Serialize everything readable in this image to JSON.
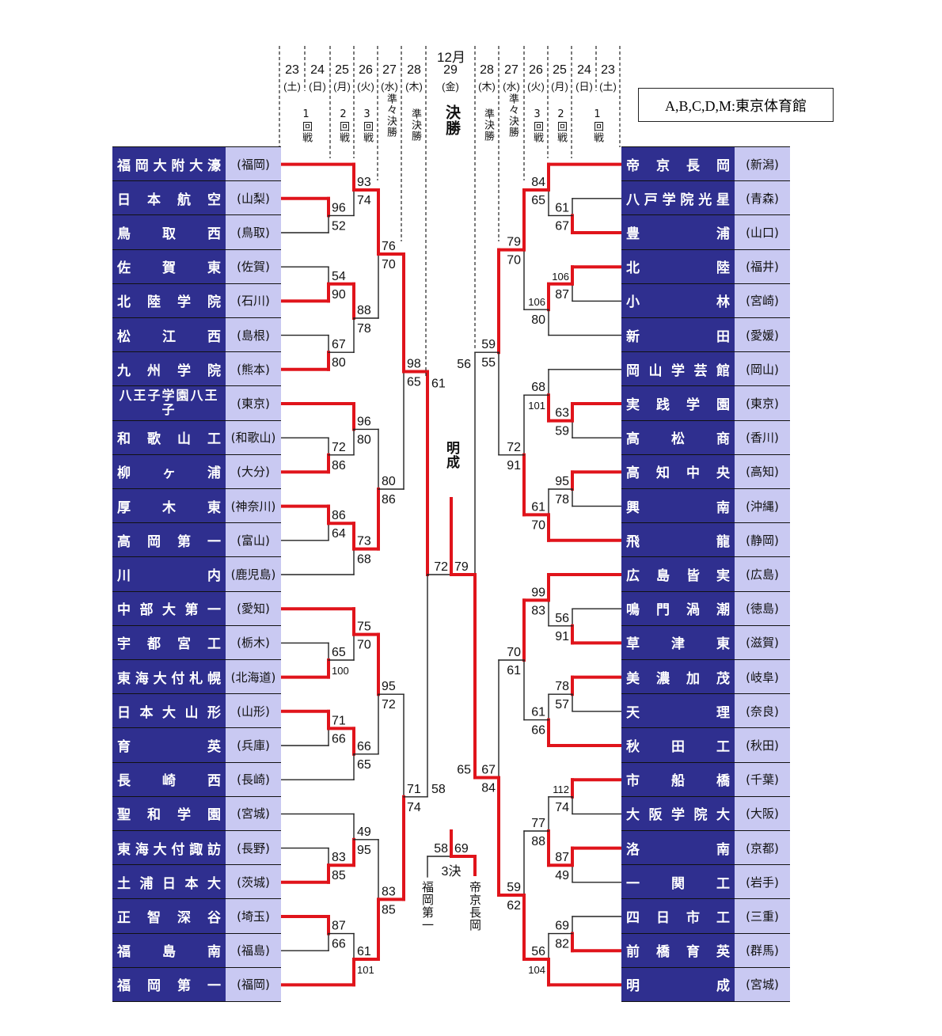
{
  "header": {
    "month": "12月",
    "left_days": [
      {
        "date": "23",
        "weekday": "(土)"
      },
      {
        "date": "24",
        "weekday": "(日)"
      },
      {
        "date": "25",
        "weekday": "(月)"
      },
      {
        "date": "26",
        "weekday": "(火)"
      },
      {
        "date": "27",
        "weekday": "(水)"
      },
      {
        "date": "28",
        "weekday": "(木)"
      }
    ],
    "final_day": {
      "date": "29",
      "weekday": "(金)"
    },
    "right_days": [
      {
        "date": "28",
        "weekday": "(木)"
      },
      {
        "date": "27",
        "weekday": "(水)"
      },
      {
        "date": "26",
        "weekday": "(火)"
      },
      {
        "date": "25",
        "weekday": "(月)"
      },
      {
        "date": "24",
        "weekday": "(日)"
      },
      {
        "date": "23",
        "weekday": "(土)"
      }
    ],
    "left_rounds": [
      "1回戦",
      "2回戦",
      "3回戦",
      "準々決勝",
      "準決勝"
    ],
    "final_round": "決勝",
    "right_rounds": [
      "準決勝",
      "準々決勝",
      "3回戦",
      "2回戦",
      "1回戦"
    ]
  },
  "venue_legend": "A,B,C,D,M:東京体育館",
  "left_teams": [
    {
      "name": "福岡大附大濠",
      "pref": "(福岡)"
    },
    {
      "name": "日本航空",
      "pref": "(山梨)"
    },
    {
      "name": "鳥取西",
      "pref": "(鳥取)"
    },
    {
      "name": "佐賀東",
      "pref": "(佐賀)"
    },
    {
      "name": "北陸学院",
      "pref": "(石川)"
    },
    {
      "name": "松江西",
      "pref": "(島根)"
    },
    {
      "name": "九州学院",
      "pref": "(熊本)"
    },
    {
      "name": "八王子学園八王子",
      "pref": "(東京)"
    },
    {
      "name": "和歌山工",
      "pref": "(和歌山)"
    },
    {
      "name": "柳ヶ浦",
      "pref": "(大分)"
    },
    {
      "name": "厚木東",
      "pref": "(神奈川)"
    },
    {
      "name": "高岡第一",
      "pref": "(富山)"
    },
    {
      "name": "川内",
      "pref": "(鹿児島)"
    },
    {
      "name": "中部大第一",
      "pref": "(愛知)"
    },
    {
      "name": "宇都宮工",
      "pref": "(栃木)"
    },
    {
      "name": "東海大付札幌",
      "pref": "(北海道)"
    },
    {
      "name": "日本大山形",
      "pref": "(山形)"
    },
    {
      "name": "育英",
      "pref": "(兵庫)"
    },
    {
      "name": "長崎西",
      "pref": "(長崎)"
    },
    {
      "name": "聖和学園",
      "pref": "(宮城)"
    },
    {
      "name": "東海大付諏訪",
      "pref": "(長野)"
    },
    {
      "name": "土浦日本大",
      "pref": "(茨城)"
    },
    {
      "name": "正智深谷",
      "pref": "(埼玉)"
    },
    {
      "name": "福島南",
      "pref": "(福島)"
    },
    {
      "name": "福岡第一",
      "pref": "(福岡)"
    }
  ],
  "right_teams": [
    {
      "name": "帝京長岡",
      "pref": "(新潟)"
    },
    {
      "name": "八戸学院光星",
      "pref": "(青森)"
    },
    {
      "name": "豊浦",
      "pref": "(山口)"
    },
    {
      "name": "北陸",
      "pref": "(福井)"
    },
    {
      "name": "小林",
      "pref": "(宮崎)"
    },
    {
      "name": "新田",
      "pref": "(愛媛)"
    },
    {
      "name": "岡山学芸館",
      "pref": "(岡山)"
    },
    {
      "name": "実践学園",
      "pref": "(東京)"
    },
    {
      "name": "高松商",
      "pref": "(香川)"
    },
    {
      "name": "高知中央",
      "pref": "(高知)"
    },
    {
      "name": "興南",
      "pref": "(沖縄)"
    },
    {
      "name": "飛龍",
      "pref": "(静岡)"
    },
    {
      "name": "広島皆実",
      "pref": "(広島)"
    },
    {
      "name": "鳴門渦潮",
      "pref": "(徳島)"
    },
    {
      "name": "草津東",
      "pref": "(滋賀)"
    },
    {
      "name": "美濃加茂",
      "pref": "(岐阜)"
    },
    {
      "name": "天理",
      "pref": "(奈良)"
    },
    {
      "name": "秋田工",
      "pref": "(秋田)"
    },
    {
      "name": "市船橋",
      "pref": "(千葉)"
    },
    {
      "name": "大阪学院大",
      "pref": "(大阪)"
    },
    {
      "name": "洛南",
      "pref": "(京都)"
    },
    {
      "name": "一関工",
      "pref": "(岩手)"
    },
    {
      "name": "四日市工",
      "pref": "(三重)"
    },
    {
      "name": "前橋育英",
      "pref": "(群馬)"
    },
    {
      "name": "明成",
      "pref": "(宮城)"
    }
  ],
  "left_bracket": {
    "round": "sf",
    "scores": [
      61,
      58
    ],
    "winner": "top",
    "top": {
      "round": "qf",
      "scores": [
        98,
        65
      ],
      "winner": "top",
      "top": {
        "round": "r3",
        "scores": [
          76,
          70
        ],
        "winner": "top",
        "top": {
          "round": "r2",
          "scores": [
            93,
            74
          ],
          "winner": "top",
          "top": {
            "team": 0
          },
          "bottom": {
            "round": "r1",
            "scores": [
              96,
              52
            ],
            "winner": "top",
            "top": {
              "team": 1
            },
            "bottom": {
              "team": 2
            }
          }
        },
        "bottom": {
          "round": "r2",
          "scores": [
            88,
            78
          ],
          "winner": "top",
          "top": {
            "round": "r1",
            "scores": [
              54,
              90
            ],
            "winner": "bottom",
            "top": {
              "team": 3
            },
            "bottom": {
              "team": 4
            }
          },
          "bottom": {
            "round": "r1",
            "scores": [
              67,
              80
            ],
            "winner": "bottom",
            "top": {
              "team": 5
            },
            "bottom": {
              "team": 6
            }
          }
        }
      },
      "bottom": {
        "round": "r3",
        "scores": [
          80,
          86
        ],
        "winner": "bottom",
        "top": {
          "round": "r2",
          "scores": [
            96,
            80
          ],
          "winner": "top",
          "top": {
            "team": 7
          },
          "bottom": {
            "round": "r1",
            "scores": [
              72,
              86
            ],
            "winner": "bottom",
            "top": {
              "team": 8
            },
            "bottom": {
              "team": 9
            }
          }
        },
        "bottom": {
          "round": "r2",
          "scores": [
            73,
            68
          ],
          "winner": "top",
          "top": {
            "round": "r1",
            "scores": [
              86,
              64
            ],
            "winner": "top",
            "top": {
              "team": 10
            },
            "bottom": {
              "team": 11
            }
          },
          "bottom": {
            "team": 12
          }
        }
      }
    },
    "bottom": {
      "round": "qf",
      "scores": [
        71,
        74
      ],
      "winner": "bottom",
      "top": {
        "round": "r3",
        "scores": [
          95,
          72
        ],
        "winner": "top",
        "top": {
          "round": "r2",
          "scores": [
            75,
            70
          ],
          "winner": "top",
          "top": {
            "team": 13
          },
          "bottom": {
            "round": "r1",
            "scores": [
              65,
              100
            ],
            "winner": "bottom",
            "top": {
              "team": 14
            },
            "bottom": {
              "team": 15
            }
          }
        },
        "bottom": {
          "round": "r2",
          "scores": [
            66,
            65
          ],
          "winner": "top",
          "top": {
            "round": "r1",
            "scores": [
              71,
              66
            ],
            "winner": "top",
            "top": {
              "team": 16
            },
            "bottom": {
              "team": 17
            }
          },
          "bottom": {
            "team": 18
          }
        }
      },
      "bottom": {
        "round": "r3",
        "scores": [
          83,
          85
        ],
        "winner": "bottom",
        "top": {
          "round": "r2",
          "scores": [
            49,
            95
          ],
          "winner": "bottom",
          "top": {
            "team": 19
          },
          "bottom": {
            "round": "r1",
            "scores": [
              83,
              85
            ],
            "winner": "bottom",
            "top": {
              "team": 20
            },
            "bottom": {
              "team": 21
            }
          }
        },
        "bottom": {
          "round": "r2",
          "scores": [
            61,
            101
          ],
          "winner": "bottom",
          "top": {
            "round": "r1",
            "scores": [
              87,
              66
            ],
            "winner": "top",
            "top": {
              "team": 22
            },
            "bottom": {
              "team": 23
            }
          },
          "bottom": {
            "team": 24
          }
        }
      }
    }
  },
  "right_bracket": {
    "round": "sf",
    "scores": [
      56,
      65
    ],
    "winner": "bottom",
    "top": {
      "round": "qf",
      "scores": [
        59,
        55
      ],
      "winner": "top",
      "top": {
        "round": "r3",
        "scores": [
          79,
          70
        ],
        "winner": "top",
        "top": {
          "round": "r2",
          "scores": [
            84,
            65
          ],
          "winner": "top",
          "top": {
            "team": 0
          },
          "bottom": {
            "round": "r1",
            "scores": [
              61,
              67
            ],
            "winner": "bottom",
            "top": {
              "team": 1
            },
            "bottom": {
              "team": 2
            }
          }
        },
        "bottom": {
          "round": "r2",
          "scores": [
            106,
            80
          ],
          "winner": "top",
          "top": {
            "round": "r1",
            "scores": [
              106,
              87
            ],
            "winner": "top",
            "top": {
              "team": 3
            },
            "bottom": {
              "team": 4
            }
          },
          "bottom": {
            "team": 5
          }
        }
      },
      "bottom": {
        "round": "r3",
        "scores": [
          72,
          91
        ],
        "winner": "bottom",
        "top": {
          "round": "r2",
          "scores": [
            68,
            101
          ],
          "winner": "bottom",
          "top": {
            "team": 6
          },
          "bottom": {
            "round": "r1",
            "scores": [
              63,
              59
            ],
            "winner": "top",
            "top": {
              "team": 7
            },
            "bottom": {
              "team": 8
            }
          }
        },
        "bottom": {
          "round": "r2",
          "scores": [
            61,
            70
          ],
          "winner": "bottom",
          "top": {
            "round": "r1",
            "scores": [
              95,
              78
            ],
            "winner": "top",
            "top": {
              "team": 9
            },
            "bottom": {
              "team": 10
            }
          },
          "bottom": {
            "team": 11
          }
        }
      }
    },
    "bottom": {
      "round": "qf",
      "scores": [
        67,
        84
      ],
      "winner": "bottom",
      "top": {
        "round": "r3",
        "scores": [
          70,
          61
        ],
        "winner": "top",
        "top": {
          "round": "r2",
          "scores": [
            99,
            83
          ],
          "winner": "top",
          "top": {
            "team": 12
          },
          "bottom": {
            "round": "r1",
            "scores": [
              56,
              91
            ],
            "winner": "bottom",
            "top": {
              "team": 13
            },
            "bottom": {
              "team": 14
            }
          }
        },
        "bottom": {
          "round": "r2",
          "scores": [
            61,
            66
          ],
          "winner": "bottom",
          "top": {
            "round": "r1",
            "scores": [
              78,
              57
            ],
            "winner": "top",
            "top": {
              "team": 15
            },
            "bottom": {
              "team": 16
            }
          },
          "bottom": {
            "team": 17
          }
        }
      },
      "bottom": {
        "round": "r3",
        "scores": [
          59,
          62
        ],
        "winner": "bottom",
        "top": {
          "round": "r2",
          "scores": [
            77,
            88
          ],
          "winner": "bottom",
          "top": {
            "round": "r1",
            "scores": [
              112,
              74
            ],
            "winner": "top",
            "top": {
              "team": 18
            },
            "bottom": {
              "team": 19
            }
          },
          "bottom": {
            "round": "r1",
            "scores": [
              87,
              49
            ],
            "winner": "top",
            "top": {
              "team": 20
            },
            "bottom": {
              "team": 21
            }
          }
        },
        "bottom": {
          "round": "r2",
          "scores": [
            56,
            104
          ],
          "winner": "bottom",
          "top": {
            "round": "r1",
            "scores": [
              69,
              82
            ],
            "winner": "bottom",
            "top": {
              "team": 22
            },
            "bottom": {
              "team": 23
            }
          },
          "bottom": {
            "team": 24
          }
        }
      }
    }
  },
  "final": {
    "scores": [
      72,
      79
    ],
    "winner": "right",
    "champion": "明成"
  },
  "third_place": {
    "label": "3決",
    "teams": [
      "福岡第一",
      "帝京長岡"
    ],
    "scores": [
      58,
      69
    ],
    "winner": "right"
  },
  "colors": {
    "winner_line": "#e0141b",
    "loser_line": "#222222",
    "name_bg": "#2f2f8f",
    "pref_bg": "#c9c9f2"
  }
}
